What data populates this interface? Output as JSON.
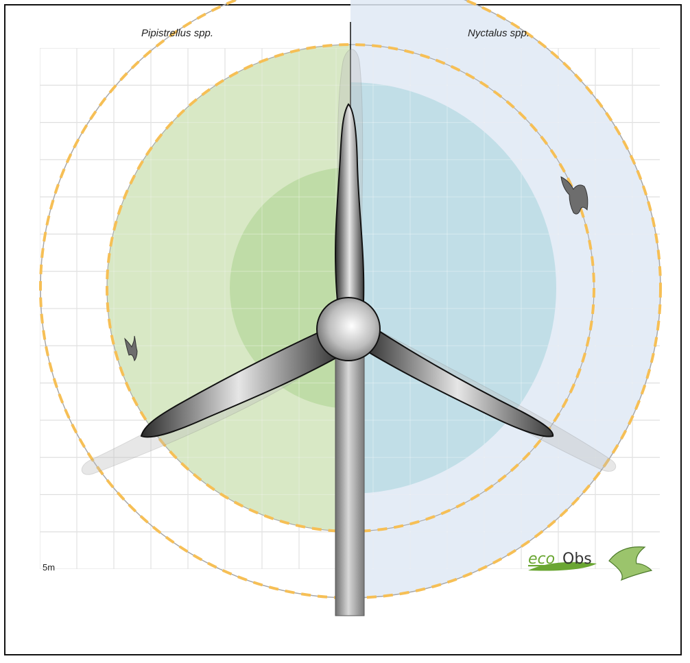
{
  "labels": {
    "left_species": "Pipistrellus spp.",
    "right_species": "Nyctalus spp.",
    "scale": "5m"
  },
  "logo": {
    "prefix": "eco",
    "suffix": "Obs",
    "icon": "bat-icon"
  },
  "colors": {
    "left_zone": "#cfe3b6",
    "left_core": "#b5d59a",
    "right_zone": "#dfe9f4",
    "right_core": "#bcdde6",
    "dashed_ring": "#f6bf55",
    "grid": "#c8c8c8",
    "logo_green": "#6aa632"
  }
}
